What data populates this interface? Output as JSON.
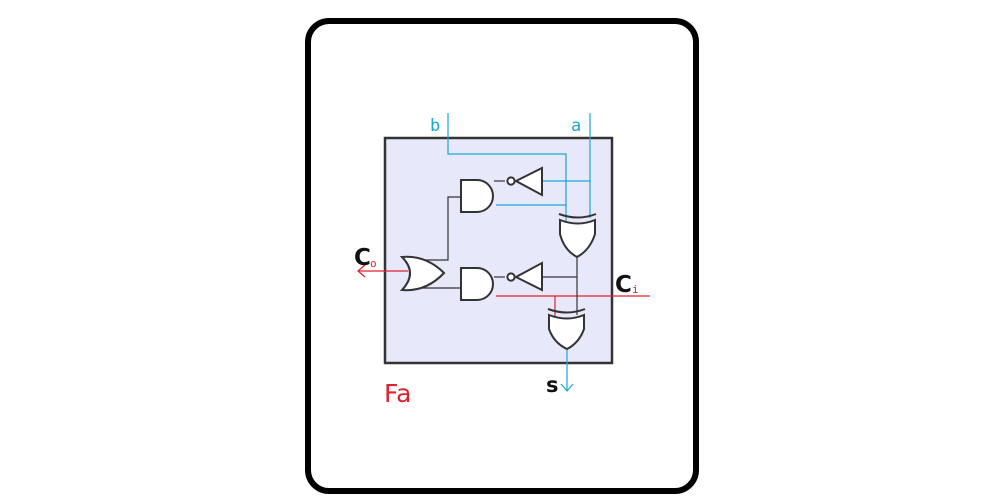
{
  "diagram": {
    "inputs": {
      "b": "b",
      "a": "a",
      "ci_main": "C",
      "ci_sub": "i"
    },
    "outputs": {
      "co_main": "C",
      "co_sub": "o",
      "s": "s"
    },
    "block_label": "Fa",
    "colors": {
      "block_fill": "#e8e8fb",
      "input_wire": "#1aa7d8",
      "carry_wire": "#e02030",
      "gate_stroke": "#333333",
      "block_label": "#e0202e",
      "border": "#000000"
    }
  }
}
